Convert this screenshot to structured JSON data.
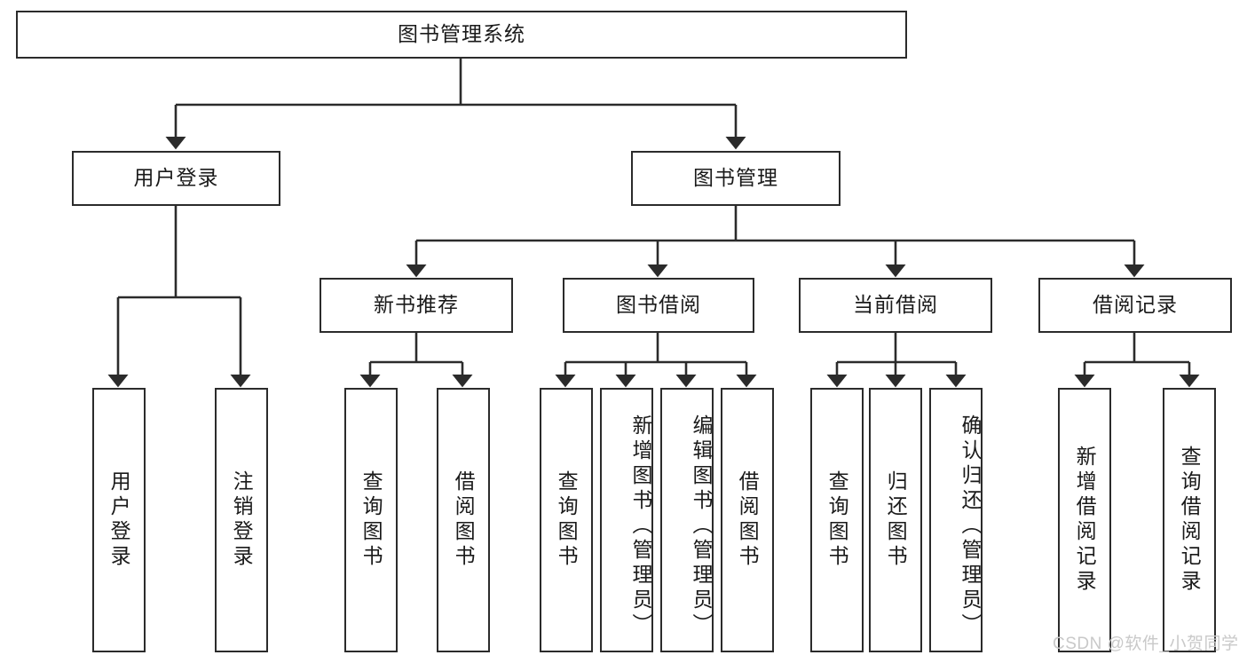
{
  "diagram": {
    "type": "tree-hierarchy",
    "title": "图书管理系统",
    "root": {
      "label": "图书管理系统"
    },
    "level2": [
      {
        "label": "用户登录"
      },
      {
        "label": "图书管理"
      }
    ],
    "level3": [
      {
        "label": "新书推荐"
      },
      {
        "label": "图书借阅"
      },
      {
        "label": "当前借阅"
      },
      {
        "label": "借阅记录"
      }
    ],
    "leaves": {
      "user_login": [
        {
          "label": "用户登录"
        },
        {
          "label": "注销登录"
        }
      ],
      "new_book_recommend": [
        {
          "label": "查询图书"
        },
        {
          "label": "借阅图书"
        }
      ],
      "book_borrow": [
        {
          "label": "查询图书"
        },
        {
          "label": "新增图书（管理员）"
        },
        {
          "label": "编辑图书（管理员）"
        },
        {
          "label": "借阅图书"
        }
      ],
      "current_borrow": [
        {
          "label": "查询图书"
        },
        {
          "label": "归还图书"
        },
        {
          "label": "确认归还（管理员）"
        }
      ],
      "borrow_record": [
        {
          "label": "新增借阅记录"
        },
        {
          "label": "查询借阅记录"
        }
      ]
    }
  },
  "watermark": {
    "text": "CSDN @软件_小贺同学"
  },
  "colors": {
    "border": "#2b2b2b",
    "background": "#ffffff",
    "text": "#1a1a1a",
    "watermark": "#c9c9c9"
  }
}
